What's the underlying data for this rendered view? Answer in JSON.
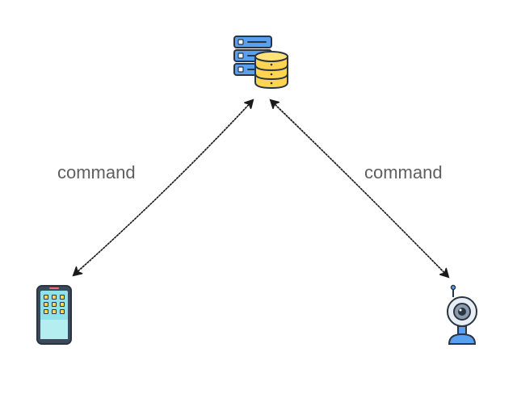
{
  "diagram": {
    "nodes": [
      {
        "id": "server",
        "icon": "server-database-icon"
      },
      {
        "id": "phone",
        "icon": "smartphone-icon"
      },
      {
        "id": "camera",
        "icon": "webcam-icon"
      }
    ],
    "edges": [
      {
        "from": "server",
        "to": "phone",
        "label": "command",
        "direction": "bidirectional"
      },
      {
        "from": "server",
        "to": "camera",
        "label": "command",
        "direction": "bidirectional"
      }
    ]
  },
  "colors": {
    "server_blue": "#5AA0F0",
    "database_yellow": "#FFD451",
    "phone_screen": "#8FE3E8",
    "outline": "#2B3542",
    "edge": "#1a1a1a",
    "label": "#5f5f5f"
  }
}
